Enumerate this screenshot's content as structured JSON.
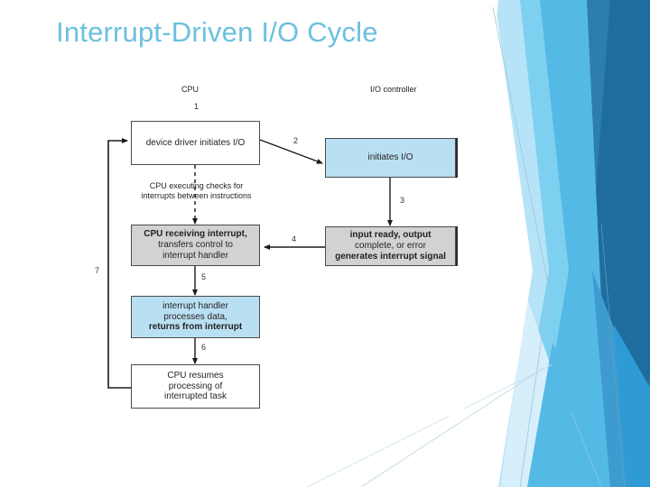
{
  "slide": {
    "title": "Interrupt-Driven I/O Cycle",
    "title_color": "#6CC0DE",
    "background_color": "#ffffff"
  },
  "decor": {
    "name": "blue-angular-corner-graphic",
    "colors": [
      "#2E7DAF",
      "#3E9BCF",
      "#55B9E6",
      "#7ED0F0",
      "#A9E0F6",
      "#D6EFFA",
      "#1F6D9E"
    ]
  },
  "diagram": {
    "column_headers": [
      {
        "label": "CPU"
      },
      {
        "label": "I/O controller"
      }
    ],
    "boxes": [
      {
        "id": "device-driver",
        "lines": [
          "device driver initiates I/O"
        ],
        "fill": "#ffffff"
      },
      {
        "id": "initiates-io",
        "lines": [
          "initiates I/O"
        ],
        "fill": "#b9e0f2"
      },
      {
        "id": "cpu-receiving-interrupt",
        "lines": [
          "CPU receiving interrupt,",
          "transfers control to",
          "interrupt handler"
        ],
        "fill": "#d2d2d2"
      },
      {
        "id": "input-ready",
        "lines": [
          "input ready, output",
          "complete, or error",
          "generates interrupt signal"
        ],
        "fill": "#d2d2d2"
      },
      {
        "id": "interrupt-handler",
        "lines": [
          "interrupt handler",
          "processes data,",
          "returns from interrupt"
        ],
        "fill": "#b9e0f2"
      },
      {
        "id": "cpu-resumes",
        "lines": [
          "CPU resumes",
          "processing of",
          "interrupted task"
        ],
        "fill": "#ffffff"
      }
    ],
    "step_numbers": [
      "1",
      "2",
      "3",
      "4",
      "5",
      "6",
      "7"
    ],
    "annotation": {
      "lines": [
        "CPU executing checks for",
        "interrupts between instructions"
      ]
    }
  }
}
